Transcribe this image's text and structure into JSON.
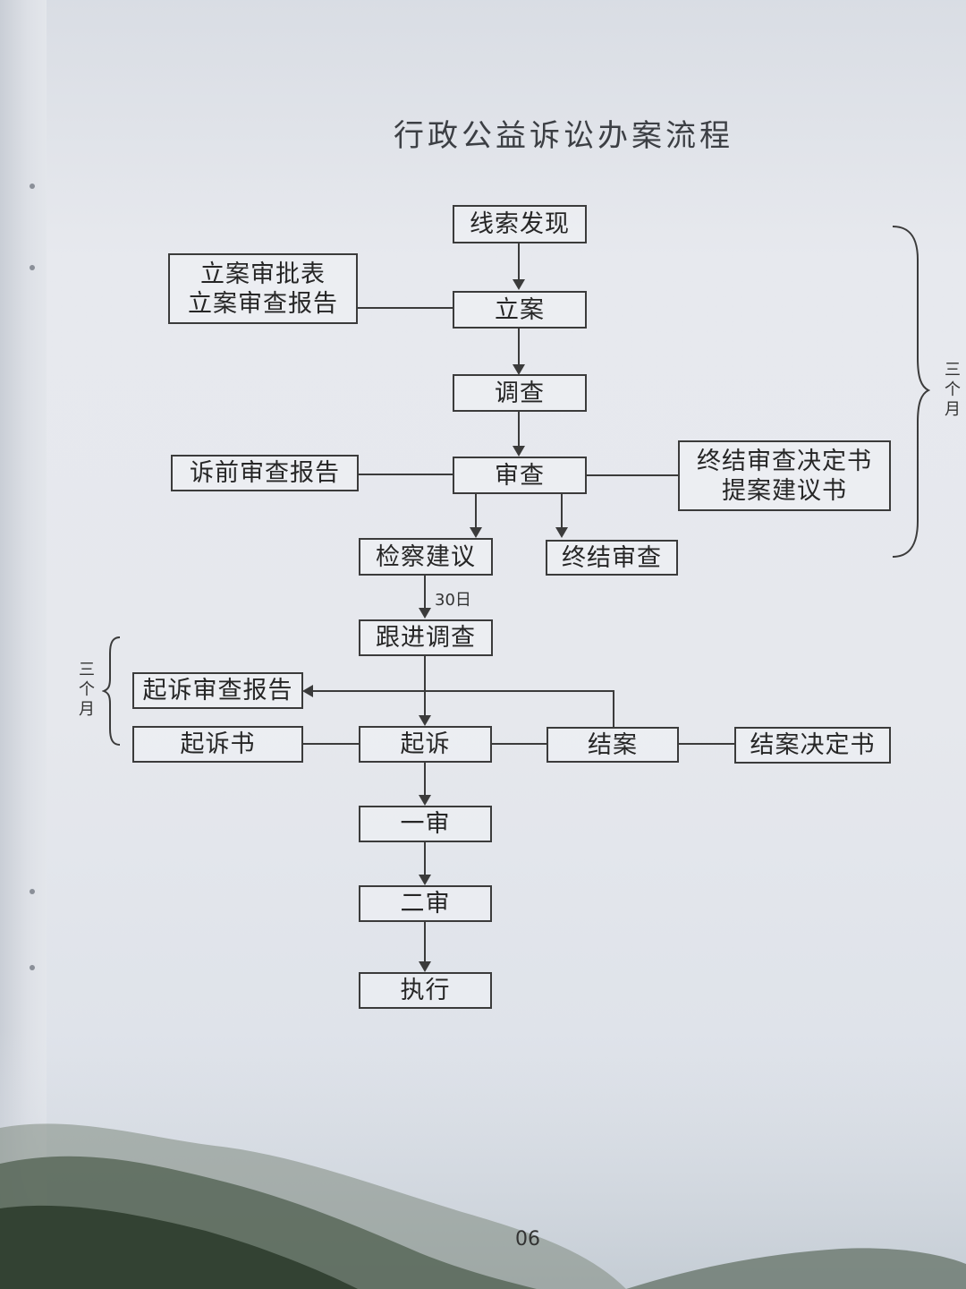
{
  "title": "行政公益诉讼办案流程",
  "nodes": {
    "clue": "线索发现",
    "filing": "立案",
    "filing_docs": [
      "立案审批表",
      "立案审查报告"
    ],
    "investigation": "调查",
    "review": "审查",
    "pre_suit_report": "诉前审查报告",
    "termination_docs": [
      "终结审查决定书",
      "提案建议书"
    ],
    "procuratorial_advice": "检察建议",
    "terminate_review": "终结审查",
    "follow_up": "跟进调查",
    "suit_review_report": "起诉审查报告",
    "indictment": "起诉书",
    "prosecute": "起诉",
    "close_case": "结案",
    "close_decision": "结案决定书",
    "first_trial": "一审",
    "second_trial": "二审",
    "execution": "执行"
  },
  "labels": {
    "days_30": "30日",
    "three_months": "三个月"
  },
  "page_number": "06"
}
